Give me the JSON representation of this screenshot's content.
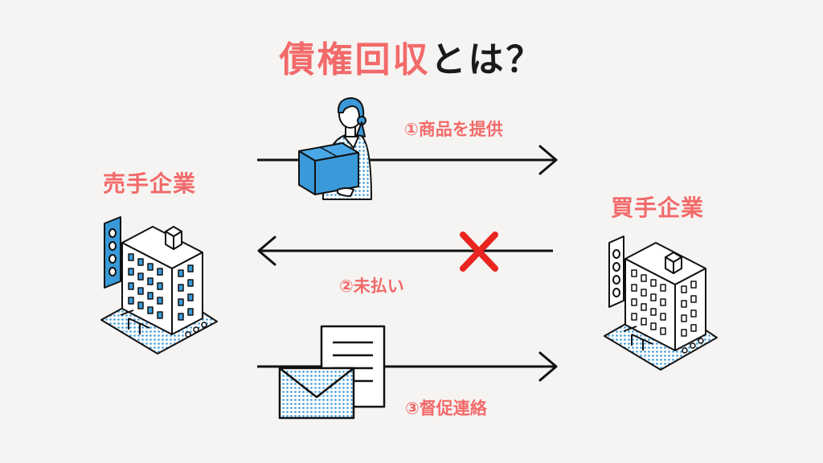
{
  "title": {
    "accent": "債権回収",
    "rest": "とは？"
  },
  "seller": {
    "label": "売手企業"
  },
  "buyer": {
    "label": "買手企業"
  },
  "steps": [
    {
      "label": "①商品を提供"
    },
    {
      "label": "②未払い"
    },
    {
      "label": "③督促連絡"
    }
  ],
  "colors": {
    "accent": "#f26a6a",
    "blue": "#3a9ad9",
    "ink": "#111111",
    "background": "#f5f4f2"
  }
}
